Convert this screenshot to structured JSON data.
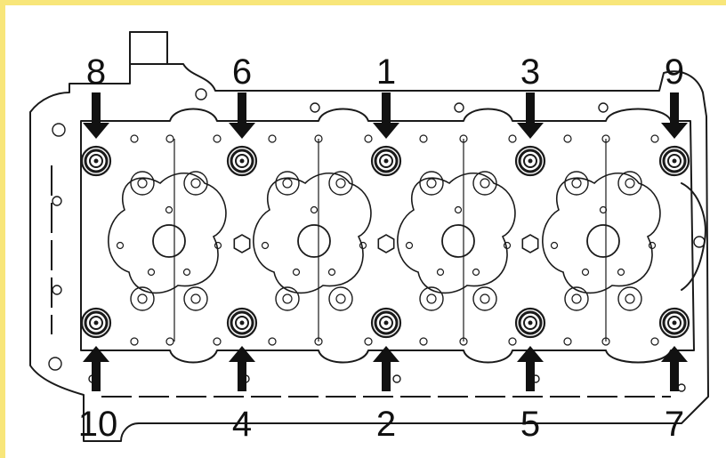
{
  "diagram": {
    "top_bolts": [
      {
        "label": "8"
      },
      {
        "label": "6"
      },
      {
        "label": "1"
      },
      {
        "label": "3"
      },
      {
        "label": "9"
      }
    ],
    "bottom_bolts": [
      {
        "label": "10"
      },
      {
        "label": "4"
      },
      {
        "label": "2"
      },
      {
        "label": "5"
      },
      {
        "label": "7"
      }
    ],
    "colors": {
      "background_border": "#f8e67a",
      "line": "#1a1a1a",
      "arrow": "#111111"
    }
  }
}
